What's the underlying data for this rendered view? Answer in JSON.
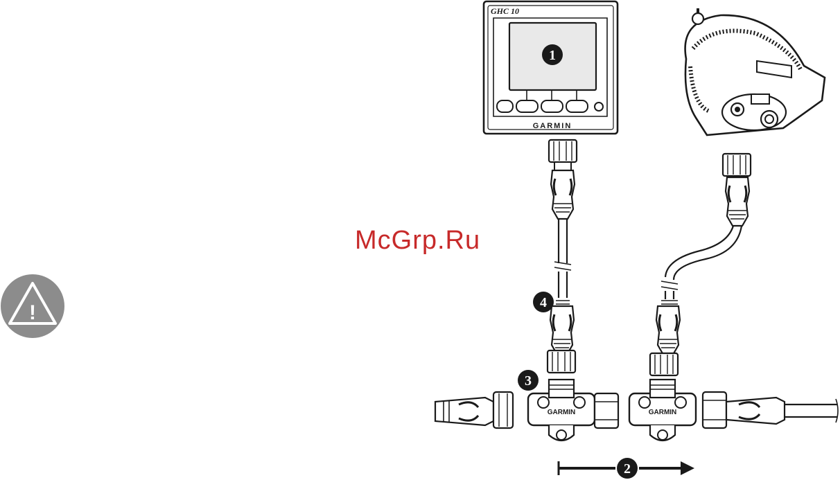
{
  "diagram": {
    "display_model": "GHC 10",
    "display_brand": "GARMIN",
    "tee_brand": "GARMIN",
    "watermark": "McGrp.Ru",
    "callouts": {
      "display": "1",
      "backbone": "2",
      "tee": "3",
      "drop_cable": "4"
    },
    "warning_symbol": "!"
  },
  "colors": {
    "line": "#1a1a1a",
    "warning_fill": "#8c8c8c",
    "watermark": "#c72a2a",
    "screen": "#e9e9e9"
  }
}
